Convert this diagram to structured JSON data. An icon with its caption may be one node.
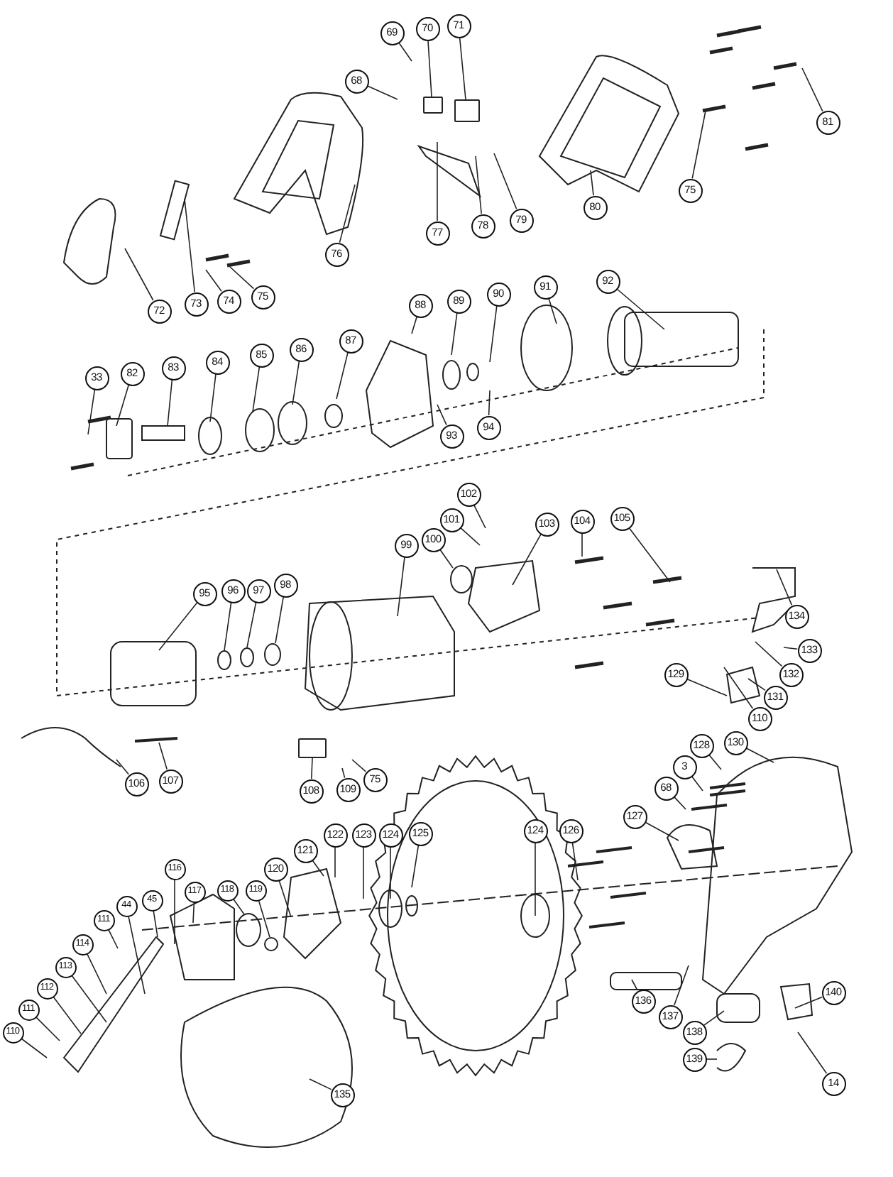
{
  "diagram": {
    "nodes": [
      {
        "text": [
          "68"
        ]
      },
      {
        "text": [
          "69"
        ]
      },
      {
        "text": [
          "70"
        ]
      },
      {
        "text": [
          "71"
        ]
      },
      {
        "text": [
          "81"
        ]
      },
      {
        "text": [
          "75"
        ]
      },
      {
        "text": [
          "80"
        ]
      },
      {
        "text": [
          "79"
        ]
      },
      {
        "text": [
          "78"
        ]
      },
      {
        "text": [
          "77"
        ]
      },
      {
        "text": [
          "76"
        ]
      },
      {
        "text": [
          "72"
        ]
      },
      {
        "text": [
          "73"
        ]
      },
      {
        "text": [
          "74"
        ]
      },
      {
        "text": [
          "75"
        ]
      },
      {
        "text": [
          "88"
        ]
      },
      {
        "text": [
          "89"
        ]
      },
      {
        "text": [
          "90"
        ]
      },
      {
        "text": [
          "91"
        ]
      },
      {
        "text": [
          "92"
        ]
      },
      {
        "text": [
          "33"
        ]
      },
      {
        "text": [
          "82"
        ]
      },
      {
        "text": [
          "83"
        ]
      },
      {
        "text": [
          "84"
        ]
      },
      {
        "text": [
          "85"
        ]
      },
      {
        "text": [
          "86"
        ]
      },
      {
        "text": [
          "87"
        ]
      },
      {
        "text": [
          "93"
        ]
      },
      {
        "text": [
          "94"
        ]
      },
      {
        "text": [
          "102"
        ]
      },
      {
        "text": [
          "101"
        ]
      },
      {
        "text": [
          "103"
        ]
      },
      {
        "text": [
          "104"
        ]
      },
      {
        "text": [
          "105"
        ]
      },
      {
        "text": [
          "100"
        ]
      },
      {
        "text": [
          "99"
        ]
      },
      {
        "text": [
          "98"
        ]
      },
      {
        "text": [
          "97"
        ]
      },
      {
        "text": [
          "96"
        ]
      },
      {
        "text": [
          "95"
        ]
      },
      {
        "text": [
          "134"
        ]
      },
      {
        "text": [
          "133"
        ]
      },
      {
        "text": [
          "132"
        ]
      },
      {
        "text": [
          "131"
        ]
      },
      {
        "text": [
          "129"
        ]
      },
      {
        "text": [
          "110"
        ]
      },
      {
        "text": [
          "128"
        ]
      },
      {
        "text": [
          "130"
        ]
      },
      {
        "text": [
          "3"
        ]
      },
      {
        "text": [
          "68"
        ]
      },
      {
        "text": [
          "127"
        ]
      },
      {
        "text": [
          "106"
        ]
      },
      {
        "text": [
          "107"
        ]
      },
      {
        "text": [
          "108"
        ]
      },
      {
        "text": [
          "109"
        ]
      },
      {
        "text": [
          "75"
        ]
      },
      {
        "text": [
          "122"
        ]
      },
      {
        "text": [
          "123"
        ]
      },
      {
        "text": [
          "124"
        ]
      },
      {
        "text": [
          "125"
        ]
      },
      {
        "text": [
          "124"
        ]
      },
      {
        "text": [
          "126"
        ]
      },
      {
        "text": [
          "121"
        ]
      },
      {
        "text": [
          "120"
        ]
      },
      {
        "text": [
          "116"
        ]
      },
      {
        "text": [
          "117"
        ]
      },
      {
        "text": [
          "118"
        ]
      },
      {
        "text": [
          "119"
        ]
      },
      {
        "text": [
          "45"
        ]
      },
      {
        "text": [
          "44"
        ]
      },
      {
        "text": [
          "111"
        ]
      },
      {
        "text": [
          "114"
        ]
      },
      {
        "text": [
          "113"
        ]
      },
      {
        "text": [
          "112"
        ]
      },
      {
        "text": [
          "111"
        ]
      },
      {
        "text": [
          "110"
        ]
      },
      {
        "text": [
          "135"
        ]
      },
      {
        "text": [
          "136"
        ]
      },
      {
        "text": [
          "137"
        ]
      },
      {
        "text": [
          "138"
        ]
      },
      {
        "text": [
          "139"
        ]
      },
      {
        "text": [
          "140"
        ]
      },
      {
        "text": [
          "14"
        ]
      },
      {
        "text": [],
        "shape": "box"
      },
      {
        "text": [],
        "shape": "box"
      },
      {
        "text": [],
        "shape": "circle"
      },
      {
        "text": [],
        "shape": "circle"
      },
      {
        "text": [],
        "shape": "box"
      },
      {
        "text": [],
        "shape": "circle"
      },
      {
        "text": [],
        "shape": "circle"
      },
      {
        "text": [],
        "shape": "circle"
      },
      {
        "text": [],
        "shape": "circle"
      }
    ],
    "edges": [
      {
        "from": 0,
        "to": null,
        "arrow": "none"
      },
      {
        "from": 1,
        "to": null,
        "arrow": "none"
      },
      {
        "from": 2,
        "to": 83,
        "arrow": "none"
      },
      {
        "from": 3,
        "to": 84,
        "arrow": "none"
      },
      {
        "from": 4,
        "to": null,
        "arrow": "none"
      },
      {
        "from": 5,
        "to": null,
        "arrow": "none"
      },
      {
        "from": 6,
        "to": null,
        "arrow": "none"
      },
      {
        "from": 7,
        "to": null,
        "arrow": "none"
      },
      {
        "from": 8,
        "to": null,
        "arrow": "none"
      },
      {
        "from": 9,
        "to": null,
        "arrow": "none"
      },
      {
        "from": 10,
        "to": null,
        "arrow": "none"
      },
      {
        "from": 11,
        "to": null,
        "arrow": "none"
      },
      {
        "from": 12,
        "to": null,
        "arrow": "none"
      },
      {
        "from": 13,
        "to": null,
        "arrow": "none"
      },
      {
        "from": 14,
        "to": null,
        "arrow": "none"
      },
      {
        "from": 15,
        "to": null,
        "arrow": "none"
      },
      {
        "from": 16,
        "to": null,
        "arrow": "none"
      },
      {
        "from": 17,
        "to": null,
        "arrow": "none"
      },
      {
        "from": 18,
        "to": null,
        "arrow": "none"
      },
      {
        "from": 19,
        "to": null,
        "arrow": "none"
      },
      {
        "from": 20,
        "to": null,
        "arrow": "none"
      },
      {
        "from": 21,
        "to": null,
        "arrow": "none"
      },
      {
        "from": 22,
        "to": null,
        "arrow": "none"
      },
      {
        "from": 23,
        "to": null,
        "arrow": "none"
      },
      {
        "from": 24,
        "to": null,
        "arrow": "none"
      },
      {
        "from": 25,
        "to": null,
        "arrow": "none"
      },
      {
        "from": 26,
        "to": null,
        "arrow": "none"
      },
      {
        "from": 27,
        "to": null,
        "arrow": "none"
      },
      {
        "from": 28,
        "to": null,
        "arrow": "none"
      },
      {
        "from": 29,
        "to": null,
        "arrow": "none"
      },
      {
        "from": 30,
        "to": null,
        "arrow": "none"
      },
      {
        "from": 31,
        "to": null,
        "arrow": "none"
      },
      {
        "from": 32,
        "to": null,
        "arrow": "none"
      },
      {
        "from": 33,
        "to": null,
        "arrow": "none"
      },
      {
        "from": 34,
        "to": 85,
        "arrow": "none"
      },
      {
        "from": 35,
        "to": null,
        "arrow": "none"
      },
      {
        "from": 36,
        "to": 86,
        "arrow": "none"
      },
      {
        "from": 37,
        "to": 89,
        "arrow": "none"
      },
      {
        "from": 38,
        "to": 91,
        "arrow": "none"
      },
      {
        "from": 39,
        "to": null,
        "arrow": "none"
      },
      {
        "from": 40,
        "to": null,
        "arrow": "none"
      },
      {
        "from": 41,
        "to": null,
        "arrow": "none"
      },
      {
        "from": 42,
        "to": null,
        "arrow": "none"
      },
      {
        "from": 43,
        "to": null,
        "arrow": "none"
      },
      {
        "from": 44,
        "to": null,
        "arrow": "none"
      },
      {
        "from": 45,
        "to": null,
        "arrow": "none"
      },
      {
        "from": 46,
        "to": null,
        "arrow": "none"
      },
      {
        "from": 47,
        "to": null,
        "arrow": "none"
      },
      {
        "from": 48,
        "to": null,
        "arrow": "none"
      },
      {
        "from": 49,
        "to": null,
        "arrow": "none"
      },
      {
        "from": 50,
        "to": null,
        "arrow": "none"
      },
      {
        "from": 51,
        "to": null,
        "arrow": "none"
      },
      {
        "from": 52,
        "to": null,
        "arrow": "none"
      },
      {
        "from": 53,
        "to": 87,
        "arrow": "none"
      },
      {
        "from": 54,
        "to": null,
        "arrow": "none"
      },
      {
        "from": 55,
        "to": null,
        "arrow": "none"
      },
      {
        "from": 56,
        "to": null,
        "arrow": "none"
      },
      {
        "from": 57,
        "to": null,
        "arrow": "none"
      },
      {
        "from": 58,
        "to": null,
        "arrow": "none"
      },
      {
        "from": 59,
        "to": null,
        "arrow": "none"
      },
      {
        "from": 60,
        "to": null,
        "arrow": "none"
      },
      {
        "from": 61,
        "to": null,
        "arrow": "none"
      },
      {
        "from": 62,
        "to": null,
        "arrow": "none"
      },
      {
        "from": 63,
        "to": null,
        "arrow": "none"
      },
      {
        "from": 64,
        "to": null,
        "arrow": "none"
      },
      {
        "from": 65,
        "to": null,
        "arrow": "none"
      },
      {
        "from": 66,
        "to": 88,
        "arrow": "none"
      },
      {
        "from": 67,
        "to": 90,
        "arrow": "none"
      },
      {
        "from": 68,
        "to": null,
        "arrow": "none"
      },
      {
        "from": 69,
        "to": null,
        "arrow": "none"
      },
      {
        "from": 70,
        "to": null,
        "arrow": "none"
      },
      {
        "from": 71,
        "to": null,
        "arrow": "none"
      },
      {
        "from": 72,
        "to": null,
        "arrow": "none"
      },
      {
        "from": 73,
        "to": null,
        "arrow": "none"
      },
      {
        "from": 74,
        "to": null,
        "arrow": "none"
      },
      {
        "from": 75,
        "to": null,
        "arrow": "none"
      },
      {
        "from": 76,
        "to": null,
        "arrow": "none"
      },
      {
        "from": 77,
        "to": null,
        "arrow": "none"
      },
      {
        "from": 78,
        "to": null,
        "arrow": "none"
      },
      {
        "from": 79,
        "to": null,
        "arrow": "none"
      },
      {
        "from": 80,
        "to": null,
        "arrow": "none"
      },
      {
        "from": 81,
        "to": null,
        "arrow": "none"
      },
      {
        "from": 82,
        "to": null,
        "arrow": "none"
      }
    ]
  }
}
